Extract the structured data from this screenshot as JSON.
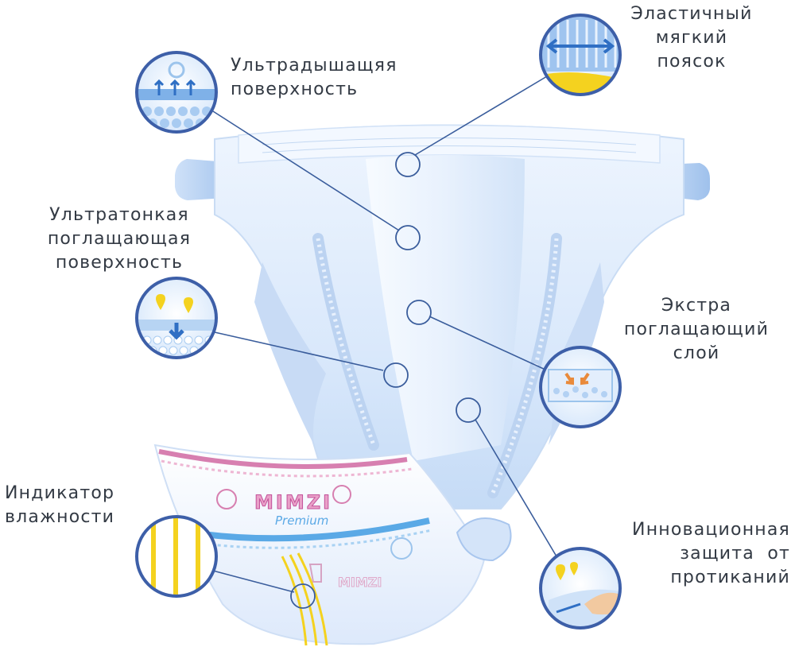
{
  "labels": {
    "breathable": [
      "Ультрадышащяя",
      "поверхность"
    ],
    "waistband": [
      "Эластичный",
      "мягкий",
      "поясок"
    ],
    "thin": [
      "Ультратонкая",
      "поглащающая",
      "поверхность"
    ],
    "extra": [
      "Экстра",
      "поглащающий",
      "слой"
    ],
    "indicator": [
      "Индикатор",
      "влажности"
    ],
    "leak": [
      "Инновационная",
      "защита  от",
      "протиканий"
    ]
  },
  "brand": {
    "name": "MIMZI",
    "sub": "Premium"
  },
  "colors": {
    "diaper_light": "#e4effc",
    "diaper_mid": "#b9d3f3",
    "line": "#3a5d9c",
    "circle_border": "#3d5fa8",
    "accent_yellow": "#f4d21f",
    "accent_pink": "#d77fb0",
    "accent_blue": "#5aa9e6",
    "text": "#333a44"
  },
  "icons": [
    "breathable-surface-icon",
    "elastic-waistband-icon",
    "absorbent-surface-icon",
    "absorbent-layer-icon",
    "wetness-indicator-icon",
    "leak-protection-icon"
  ]
}
